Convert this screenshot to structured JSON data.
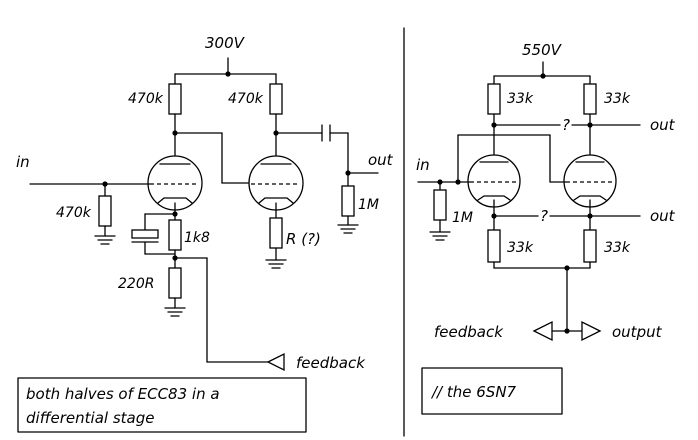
{
  "left": {
    "supply": "300V",
    "input": "in",
    "output": "out",
    "r_load_left": "470k",
    "r_load_right": "470k",
    "r_grid": "470k",
    "r_cathode": "1k8",
    "r_bottom": "220R",
    "r_cathode_right": "R (?)",
    "r_output": "1M",
    "feedback": "feedback",
    "caption_line1": "both halves of ECC83 in a",
    "caption_line2": "differential stage"
  },
  "right": {
    "supply": "550V",
    "input": "in",
    "out_top": "out",
    "out_bottom": "out",
    "r_top_left": "33k",
    "r_top_right": "33k",
    "r_bottom_left": "33k",
    "r_bottom_right": "33k",
    "r_grid": "1M",
    "question_top": "?",
    "question_bottom": "?",
    "feedback": "feedback",
    "output": "output",
    "caption": "// the 6SN7"
  }
}
